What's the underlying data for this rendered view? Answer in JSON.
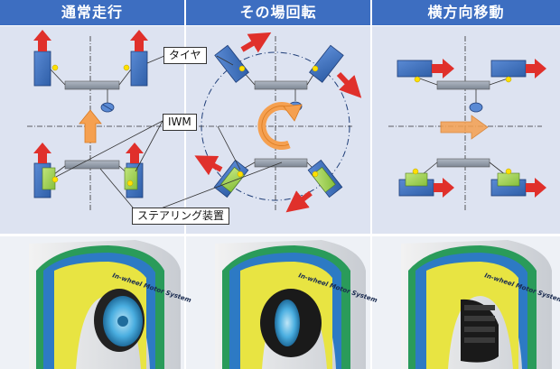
{
  "headers": [
    {
      "text": "通常走行"
    },
    {
      "text": "その場回転"
    },
    {
      "text": "横方向移動"
    }
  ],
  "labels": {
    "tire": "タイヤ",
    "iwm": "IWM",
    "steering": "ステアリング装置"
  },
  "photo_text": "In-wheel Motor System",
  "colors": {
    "header_bg": "#3d6ec1",
    "panel_bg": "#dde3f1",
    "tire_blue": "#3b6db8",
    "motor_green": "#a3d35b",
    "arrow_red": "#e0302b",
    "arrow_orange": "#f5a050",
    "steering_gray": "#909aa8",
    "dot_yellow": "#ffe000"
  }
}
